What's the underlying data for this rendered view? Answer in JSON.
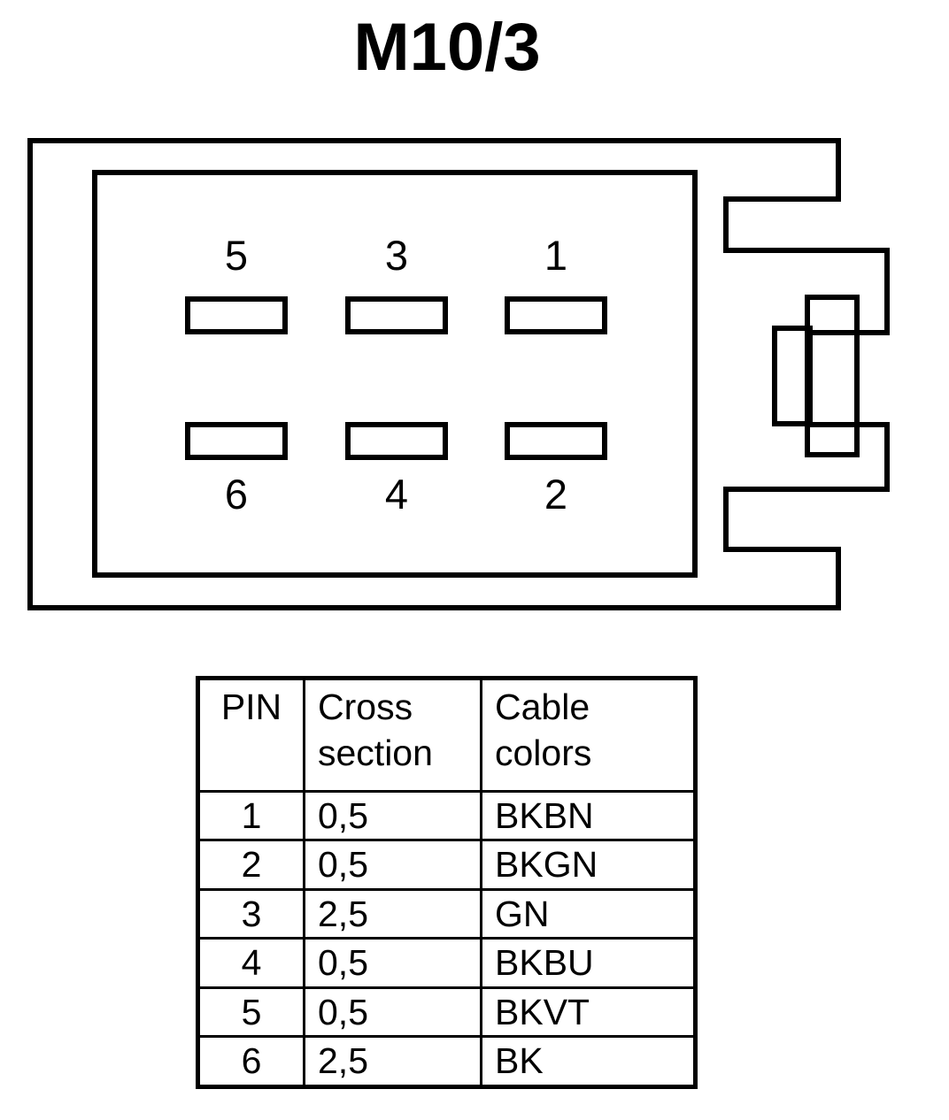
{
  "title": "M10/3",
  "connector": {
    "name": "6-way connector face view with side latch",
    "pins_top_row": [
      {
        "number": "5"
      },
      {
        "number": "3"
      },
      {
        "number": "1"
      }
    ],
    "pins_bottom_row": [
      {
        "number": "6"
      },
      {
        "number": "4"
      },
      {
        "number": "2"
      }
    ]
  },
  "table": {
    "headers": {
      "pin": "PIN",
      "cross_line1": "Cross",
      "cross_line2": "section",
      "colors_line1": "Cable",
      "colors_line2": "colors"
    },
    "rows": [
      {
        "pin": "1",
        "cross_section": "0,5",
        "cable_colors": "BKBN"
      },
      {
        "pin": "2",
        "cross_section": "0,5",
        "cable_colors": "BKGN"
      },
      {
        "pin": "3",
        "cross_section": "2,5",
        "cable_colors": "GN"
      },
      {
        "pin": "4",
        "cross_section": "0,5",
        "cable_colors": "BKBU"
      },
      {
        "pin": "5",
        "cross_section": "0,5",
        "cable_colors": "BKVT"
      },
      {
        "pin": "6",
        "cross_section": "2,5",
        "cable_colors": "BK"
      }
    ]
  },
  "colors": {
    "line": "#000000",
    "background": "#ffffff"
  }
}
